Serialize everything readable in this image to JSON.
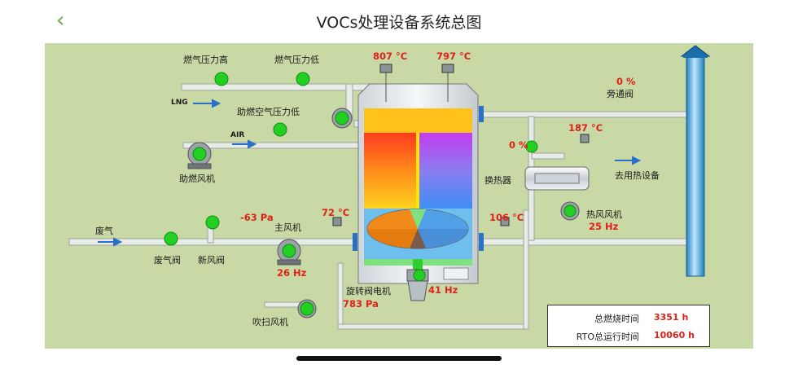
{
  "header": {
    "back_icon": "chevron-left-icon",
    "back_glyph": "‹",
    "title": "VOCs处理设备系统总图"
  },
  "colors": {
    "green_indicator": "#22d022",
    "pipe": "#e8ece6",
    "value_red": "#e0201a",
    "bg": "#c9d9a6"
  },
  "labels": {
    "gas_pressure_high": "燃气压力高",
    "gas_pressure_low": "燃气压力低",
    "lng": "LNG",
    "combustion_air_pressure_low": "助燃空气压力低",
    "air": "AIR",
    "combustion_fan": "助燃风机",
    "waste_gas": "废气",
    "waste_gas_valve": "废气阀",
    "fresh_air_valve": "新风阀",
    "main_fan": "主风机",
    "rotary_valve_motor": "旋转阀电机",
    "purge_fan": "吹扫风机",
    "bypass_valve": "旁通阀",
    "heat_exchanger": "换热器",
    "to_heat_equipment": "去用热设备",
    "hot_air_fan": "热风风机"
  },
  "readings": {
    "temp_left_top": "807 °C",
    "temp_right_top": "797 °C",
    "bypass_pct": "0 %",
    "valve_pct": "0 %",
    "exhaust_temp": "187 °C",
    "main_fan_pressure": "-63 Pa",
    "inlet_temp": "72 °C",
    "outlet_temp": "106 °C",
    "main_fan_hz": "26 Hz",
    "rotary_motor_hz": "41 Hz",
    "purge_pressure": "783 Pa",
    "hot_air_fan_hz": "25 Hz"
  },
  "stats": {
    "total_burn_label": "总燃烧时间",
    "total_burn_value": "3351 h",
    "rto_run_label": "RTO总运行时间",
    "rto_run_value": "10060 h"
  }
}
